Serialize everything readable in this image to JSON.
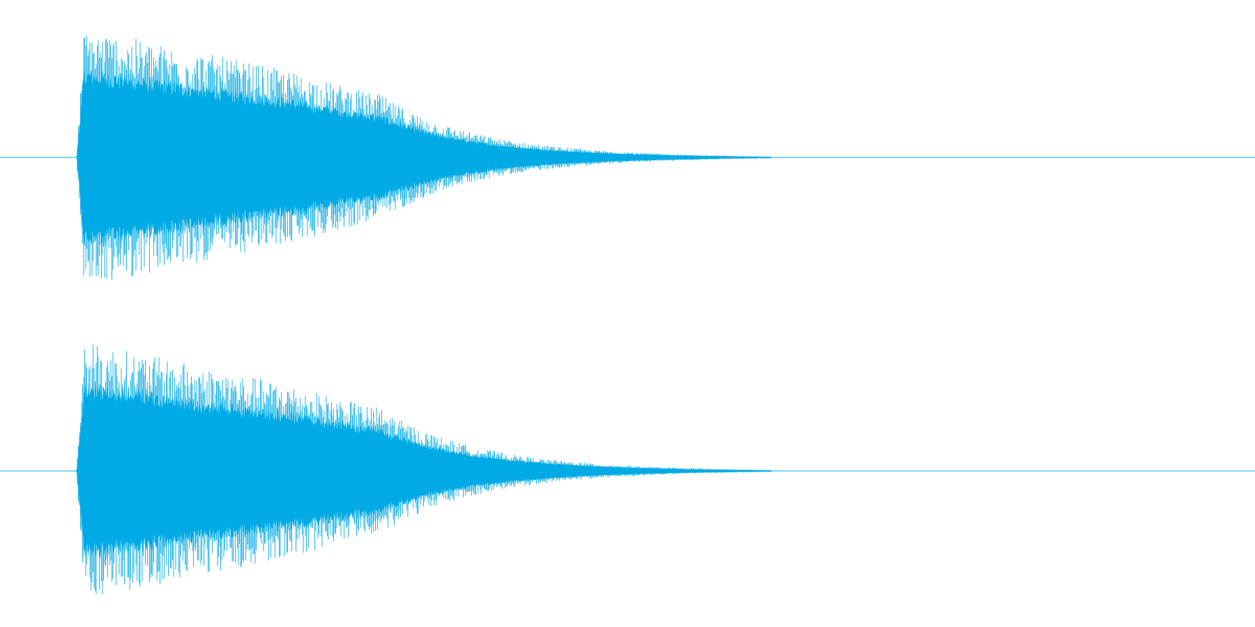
{
  "waveform": {
    "color": "#00aae4",
    "background": "#ffffff",
    "channels": [
      {
        "id": "left",
        "label": ""
      },
      {
        "id": "right",
        "label": ""
      }
    ],
    "envelope": {
      "onset_fraction": 0.061,
      "peak_fraction": 0.067,
      "plateau_end_fraction": 0.23,
      "knee_fraction": 0.3,
      "fade_end_fraction": 0.615,
      "peak_amplitude": 0.93,
      "plateau_amplitude": 0.62,
      "knee_amplitude": 0.45,
      "tail_amplitude": 0.02
    }
  }
}
